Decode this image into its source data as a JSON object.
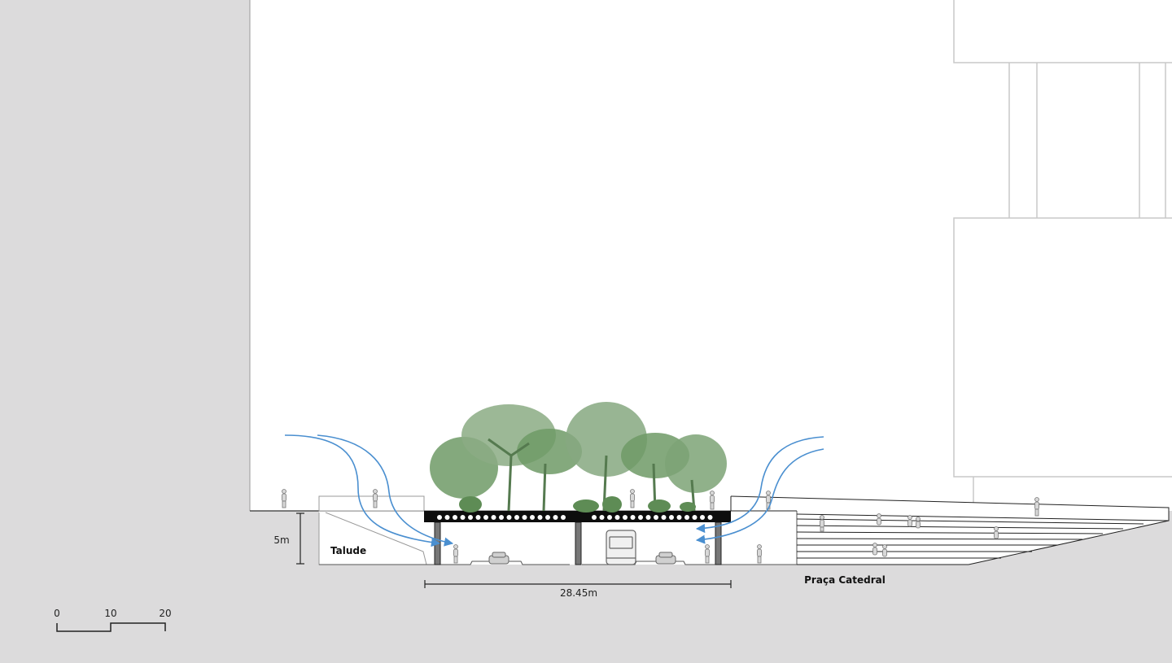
{
  "labels": {
    "height_dimension": "5m",
    "talude": "Talude",
    "span_dimension": "28.45m",
    "praca": "Praça Catedral"
  },
  "scale_bar": {
    "ticks": [
      "0",
      "10",
      "20"
    ]
  },
  "colors": {
    "background": "#dcdbdc",
    "section_fill": "#ffffff",
    "building_outline": "#c9c9c9",
    "section_line": "#1a1a1a",
    "airflow_arrows": "#4a8fd0",
    "vegetation": "#6f9a66",
    "slab": "#0d0d0d"
  }
}
